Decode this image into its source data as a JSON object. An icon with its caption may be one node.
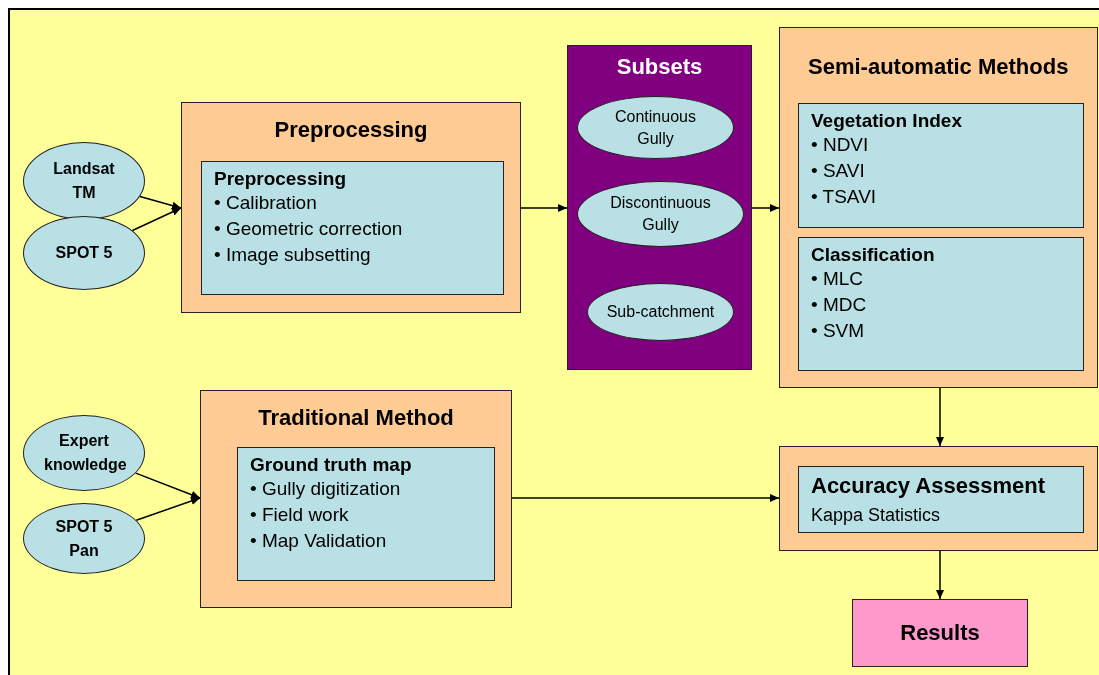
{
  "diagram": {
    "nodes": [
      {
        "text": [
          "Landsat TM"
        ]
      },
      {
        "text": [
          "SPOT 5"
        ]
      },
      {
        "text": [
          "Preprocessing"
        ]
      },
      {
        "text": [
          "Preprocessing",
          "• Calibration",
          "• Geometric correction",
          "• Image subsetting"
        ],
        "in": 2
      },
      {
        "text": [
          "Subsets"
        ]
      },
      {
        "text": [
          "Continuous Gully"
        ],
        "in": 4
      },
      {
        "text": [
          "Discontinuous Gully"
        ],
        "in": 4
      },
      {
        "text": [
          "Sub-catchment"
        ],
        "in": 4
      },
      {
        "text": [
          "Semi-automatic Methods"
        ]
      },
      {
        "text": [
          "Vegetation Index",
          "• NDVI",
          "• SAVI",
          "• TSAVI"
        ],
        "in": 8
      },
      {
        "text": [
          "Classification",
          "• MLC",
          "• MDC",
          "• SVM"
        ],
        "in": 8
      },
      {
        "text": [
          "Traditional Method"
        ]
      },
      {
        "text": [
          "Ground truth map",
          "• Gully digitization",
          "• Field work",
          "• Map Validation"
        ],
        "in": 11
      },
      {
        "text": [
          "Expert knowledge"
        ]
      },
      {
        "text": [
          "SPOT 5 Pan"
        ]
      },
      {
        "text": [],
        "shape": "box"
      },
      {
        "text": [
          "Accuracy Assessment",
          "Kappa Statistics"
        ],
        "in": 15
      },
      {
        "text": [
          "Results"
        ]
      }
    ],
    "edges": [
      {
        "from": 0,
        "to": 2,
        "arrow": "to"
      },
      {
        "from": 1,
        "to": 2,
        "arrow": "to"
      },
      {
        "from": 2,
        "to": 4,
        "arrow": "to"
      },
      {
        "from": 4,
        "to": 8,
        "arrow": "to"
      },
      {
        "from": 8,
        "to": 15,
        "arrow": "to"
      },
      {
        "from": 11,
        "to": 15,
        "arrow": "to"
      },
      {
        "from": 13,
        "to": 11,
        "arrow": "to"
      },
      {
        "from": 14,
        "to": 11,
        "arrow": "to"
      },
      {
        "from": 15,
        "to": 17,
        "arrow": "to"
      }
    ]
  }
}
